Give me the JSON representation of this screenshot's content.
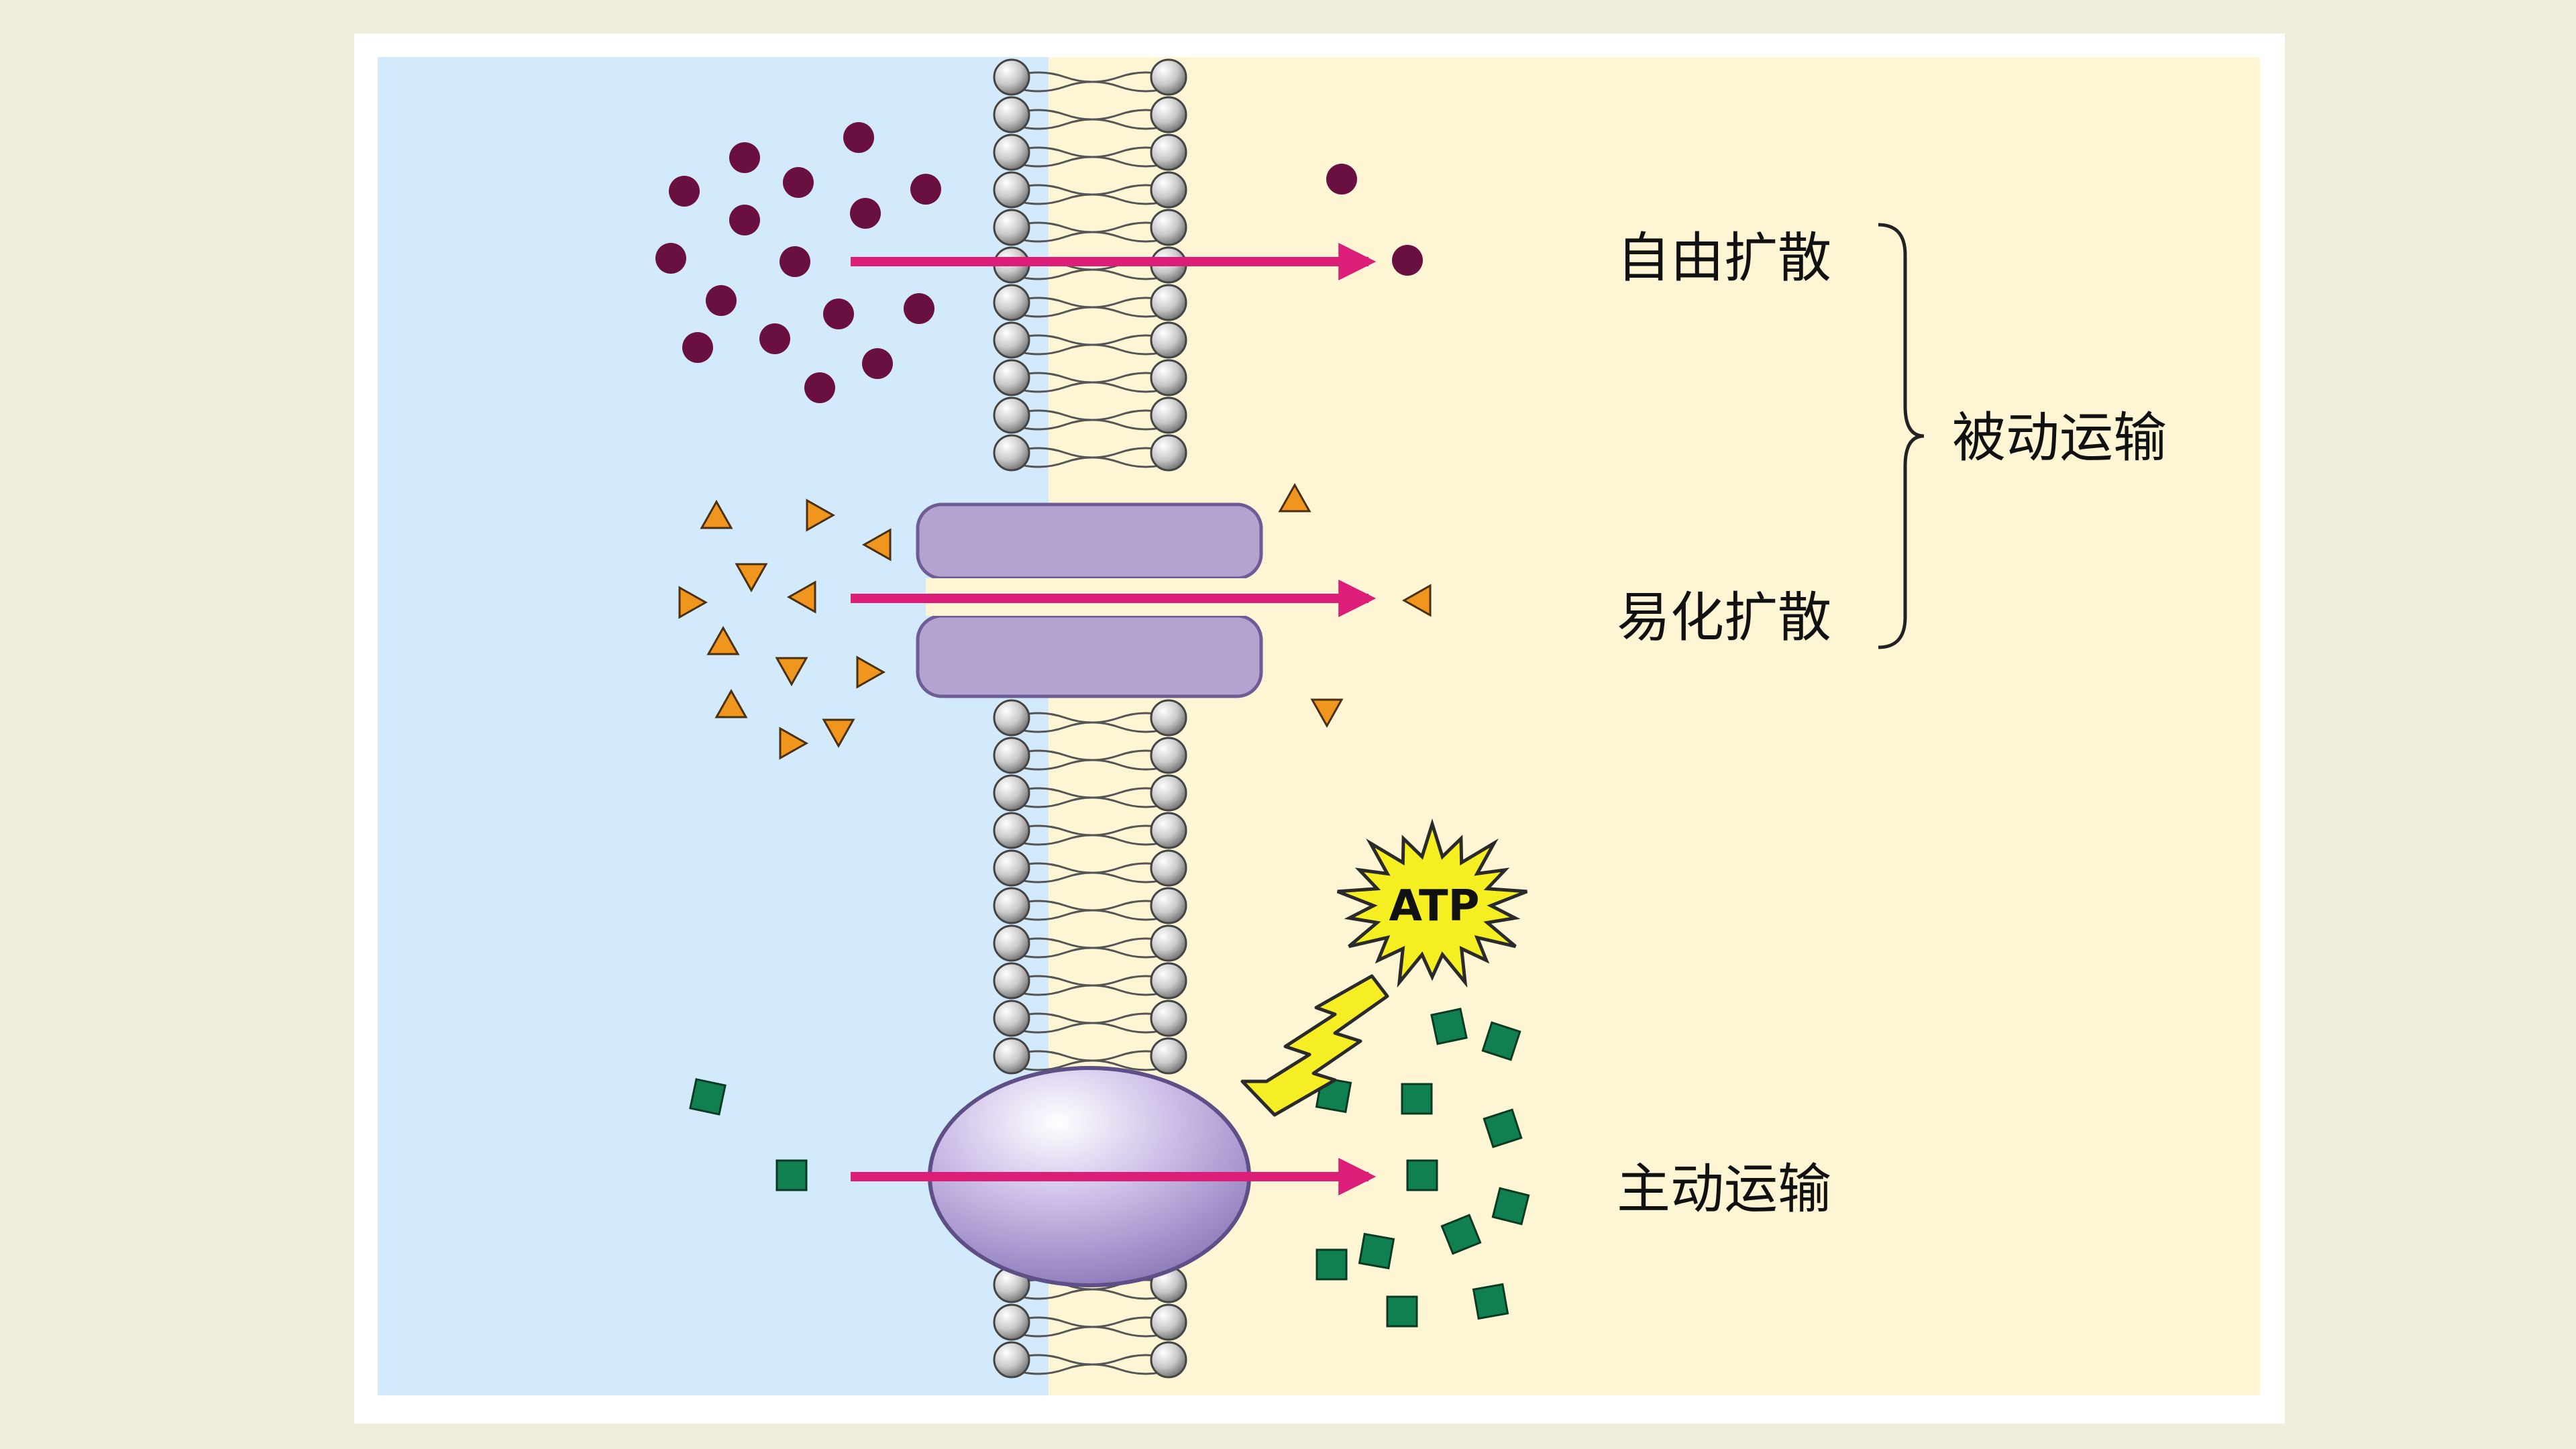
{
  "labels": {
    "free_diffusion": "自由扩散",
    "facilitated_diffusion": "易化扩散",
    "passive_transport": "被动运输",
    "active_transport": "主动运输",
    "atp": "ATP"
  },
  "colors": {
    "outer_background": "#f1eddc",
    "left_region": "#d2eafb",
    "right_region": "#fdf5d4",
    "arrow": "#dc1e78",
    "small_molecule": "#6a1040",
    "triangle_molecule": "#f0951e",
    "square_molecule": "#108050",
    "channel_protein": "#b4a2d0",
    "carrier_protein": "#b8a6d8",
    "atp_burst": "#f5ee20",
    "lightning": "#f6ee24"
  }
}
